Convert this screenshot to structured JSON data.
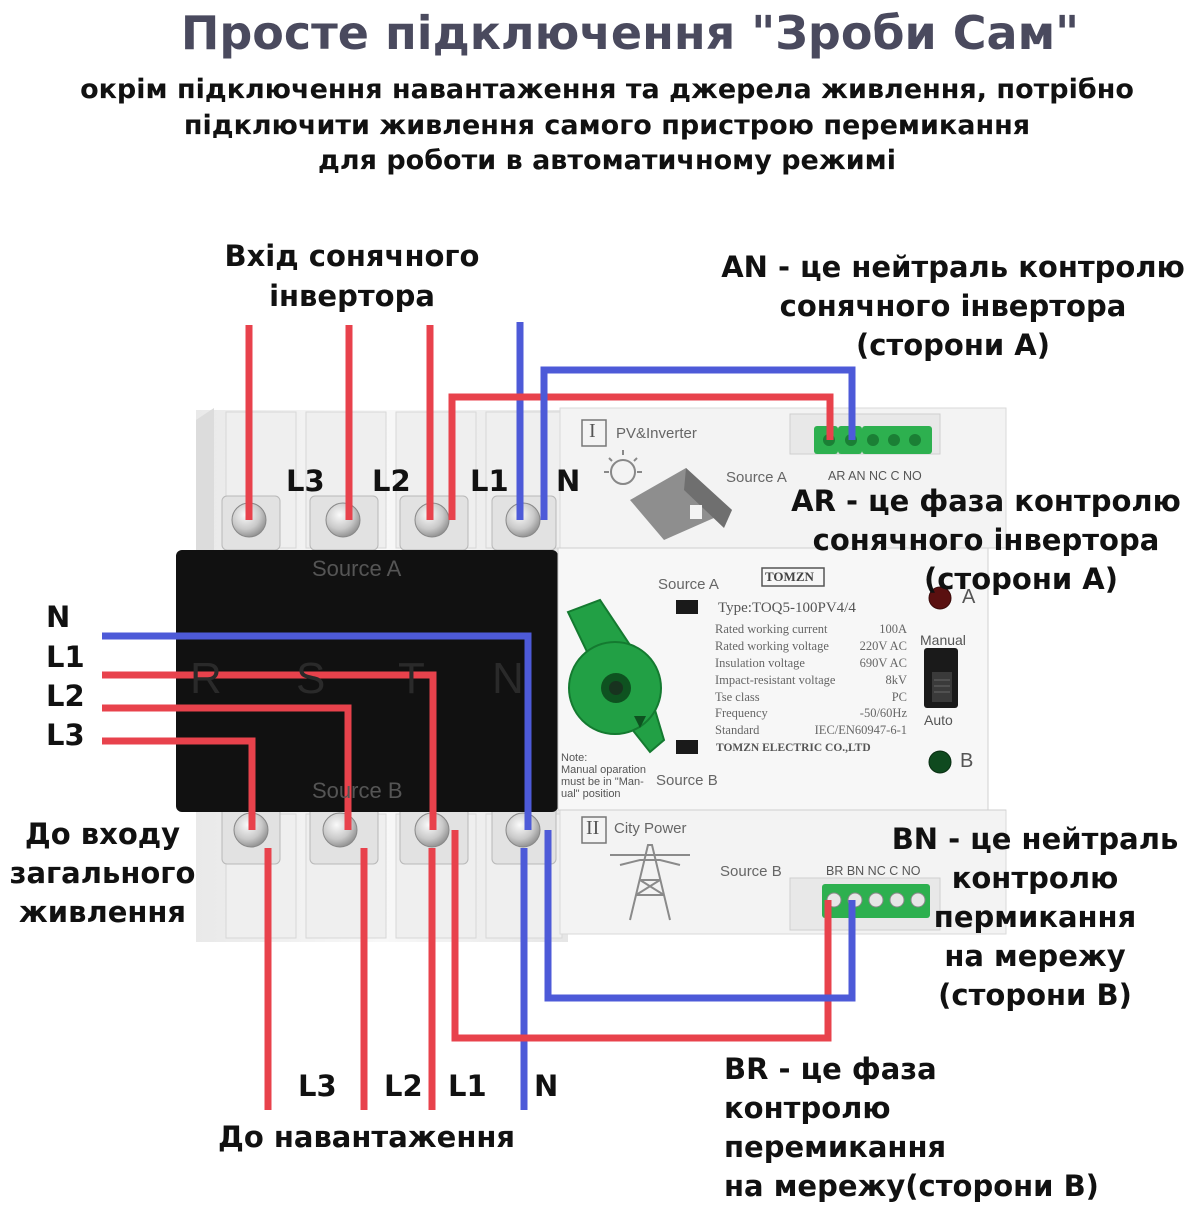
{
  "header": {
    "title": "Просте підключення \"Зроби Сам\"",
    "subtitle_lines": [
      "окрім підключення навантаження та джерела живлення, потрібно",
      "підключити живлення самого пристрою перемикання",
      "для роботи в автоматичному режимі"
    ]
  },
  "labels": {
    "solar_input": [
      "Вхід сонячного",
      "інвертора"
    ],
    "an_note": [
      "AN - це нейтраль контролю",
      "сонячного інвертора",
      "(сторони А)"
    ],
    "ar_note": [
      "AR - це фаза контролю",
      "сонячного інвертора",
      "(сторони А)"
    ],
    "bn_note": [
      "BN - це нейтраль",
      "контролю",
      "пермикання",
      "на мережу",
      "(сторони В)"
    ],
    "br_note": [
      "BR - це фаза",
      "контролю",
      "перемикання",
      "на мережу(сторони В)"
    ],
    "grid_input": [
      "До входу",
      "загального",
      "живлення"
    ],
    "load": "До навантаження"
  },
  "terminals": {
    "top": [
      "L3",
      "L2",
      "L1",
      "N"
    ],
    "left": [
      "N",
      "L1",
      "L2",
      "L3"
    ],
    "bottom": [
      "L3",
      "L2",
      "L1",
      "N"
    ]
  },
  "device": {
    "source_a_black": "Source A",
    "source_b_black": "Source B",
    "phase_letters": [
      "R",
      "S",
      "T",
      "N"
    ],
    "pv_numeral": "I",
    "pv_label": "PV&Inverter",
    "source_a_panel": "Source A",
    "city_numeral": "II",
    "city_label": "City Power",
    "source_b_panel": "Source B",
    "brand": "TOMZN",
    "source_a_switch": "Source A",
    "source_b_switch": "Source B",
    "type": "Type:TOQ5-100PV4/4",
    "specs": [
      {
        "k": "Rated working current",
        "v": "100A"
      },
      {
        "k": "Rated working voltage",
        "v": "220V AC"
      },
      {
        "k": "Insulation voltage",
        "v": "690V AC"
      },
      {
        "k": "Impact-resistant voltage",
        "v": "8kV"
      },
      {
        "k": "Tse class",
        "v": "PC"
      },
      {
        "k": "Frequency",
        "v": "-50/60Hz"
      },
      {
        "k": "Standard",
        "v": "IEC/EN60947-6-1"
      }
    ],
    "maker": "TOMZN ELECTRIC CO.,LTD",
    "note_lines": [
      "Note:",
      "Manual oparation",
      "must be in \"Man-",
      "ual\" position"
    ],
    "manual": "Manual",
    "auto": "Auto",
    "lamp_a": "A",
    "lamp_b": "B",
    "ctrl_a_pins": "AR AN NC C NO",
    "ctrl_b_pins": "BR BN NC C NO"
  },
  "colors": {
    "phase_wire": "#e8424c",
    "neutral_wire": "#4d5ad8",
    "title": "#4a4a5e",
    "black_body": "#111111",
    "knob": "#22a045",
    "terminal_green": "#2db04f"
  }
}
